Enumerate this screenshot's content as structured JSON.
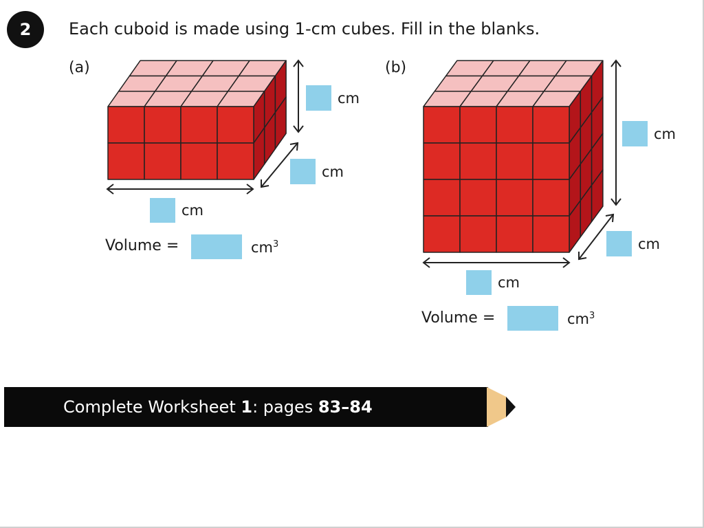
{
  "question": {
    "number": "2",
    "instruction": "Each cuboid is made using 1-cm cubes. Fill in the blanks."
  },
  "parts": [
    {
      "label": "(a)",
      "cubes": {
        "length": 4,
        "width": 3,
        "height": 2
      },
      "height_unit": "cm",
      "width_unit": "cm",
      "length_unit": "cm",
      "volume_label": "Volume =",
      "volume_unit": "cm",
      "volume_exponent": "3"
    },
    {
      "label": "(b)",
      "cubes": {
        "length": 4,
        "width": 3,
        "height": 4
      },
      "height_unit": "cm",
      "width_unit": "cm",
      "length_unit": "cm",
      "volume_label": "Volume =",
      "volume_unit": "cm",
      "volume_exponent": "3"
    }
  ],
  "banner": {
    "prefix": "Complete Worksheet ",
    "worksheet_number": "1",
    "middle": ": pages ",
    "pages": "83–84"
  },
  "colors": {
    "front": "#dd2a24",
    "right": "#b3151a",
    "top": "#f5c0c0",
    "answer_box": "#8fd0ea",
    "banner": "#0a0a0a",
    "pencil_wood": "#f0c88a"
  }
}
